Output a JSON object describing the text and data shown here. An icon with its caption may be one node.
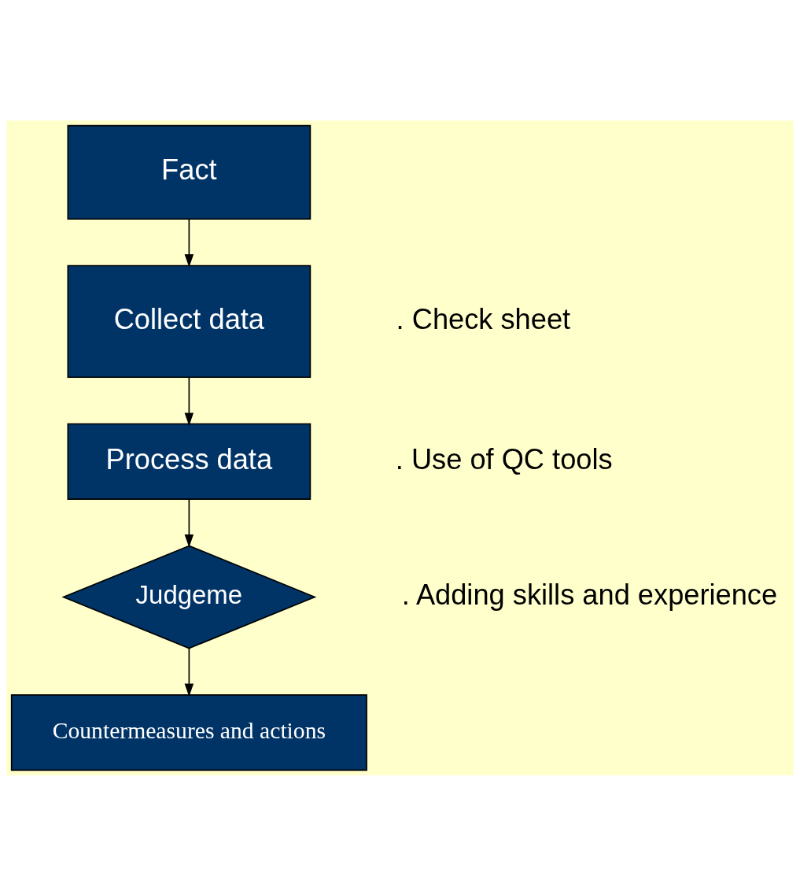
{
  "diagram": {
    "nodes": [
      {
        "text": [
          "Fact"
        ]
      },
      {
        "text": [
          "Collect data"
        ],
        "beside": [
          ". Check sheet"
        ]
      },
      {
        "text": [
          "Process data"
        ],
        "beside": [
          ". Use of QC tools"
        ]
      },
      {
        "text": [
          "Judgeme"
        ],
        "beside": [
          ". Adding skills and experience"
        ]
      },
      {
        "text": [
          "Countermeasures and actions"
        ]
      }
    ],
    "edges": [
      {
        "from": 0,
        "to": 1,
        "arrow": "to"
      },
      {
        "from": 1,
        "to": 2,
        "arrow": "to"
      },
      {
        "from": 2,
        "to": 3,
        "arrow": "to"
      },
      {
        "from": 3,
        "to": 4,
        "arrow": "to"
      }
    ]
  }
}
